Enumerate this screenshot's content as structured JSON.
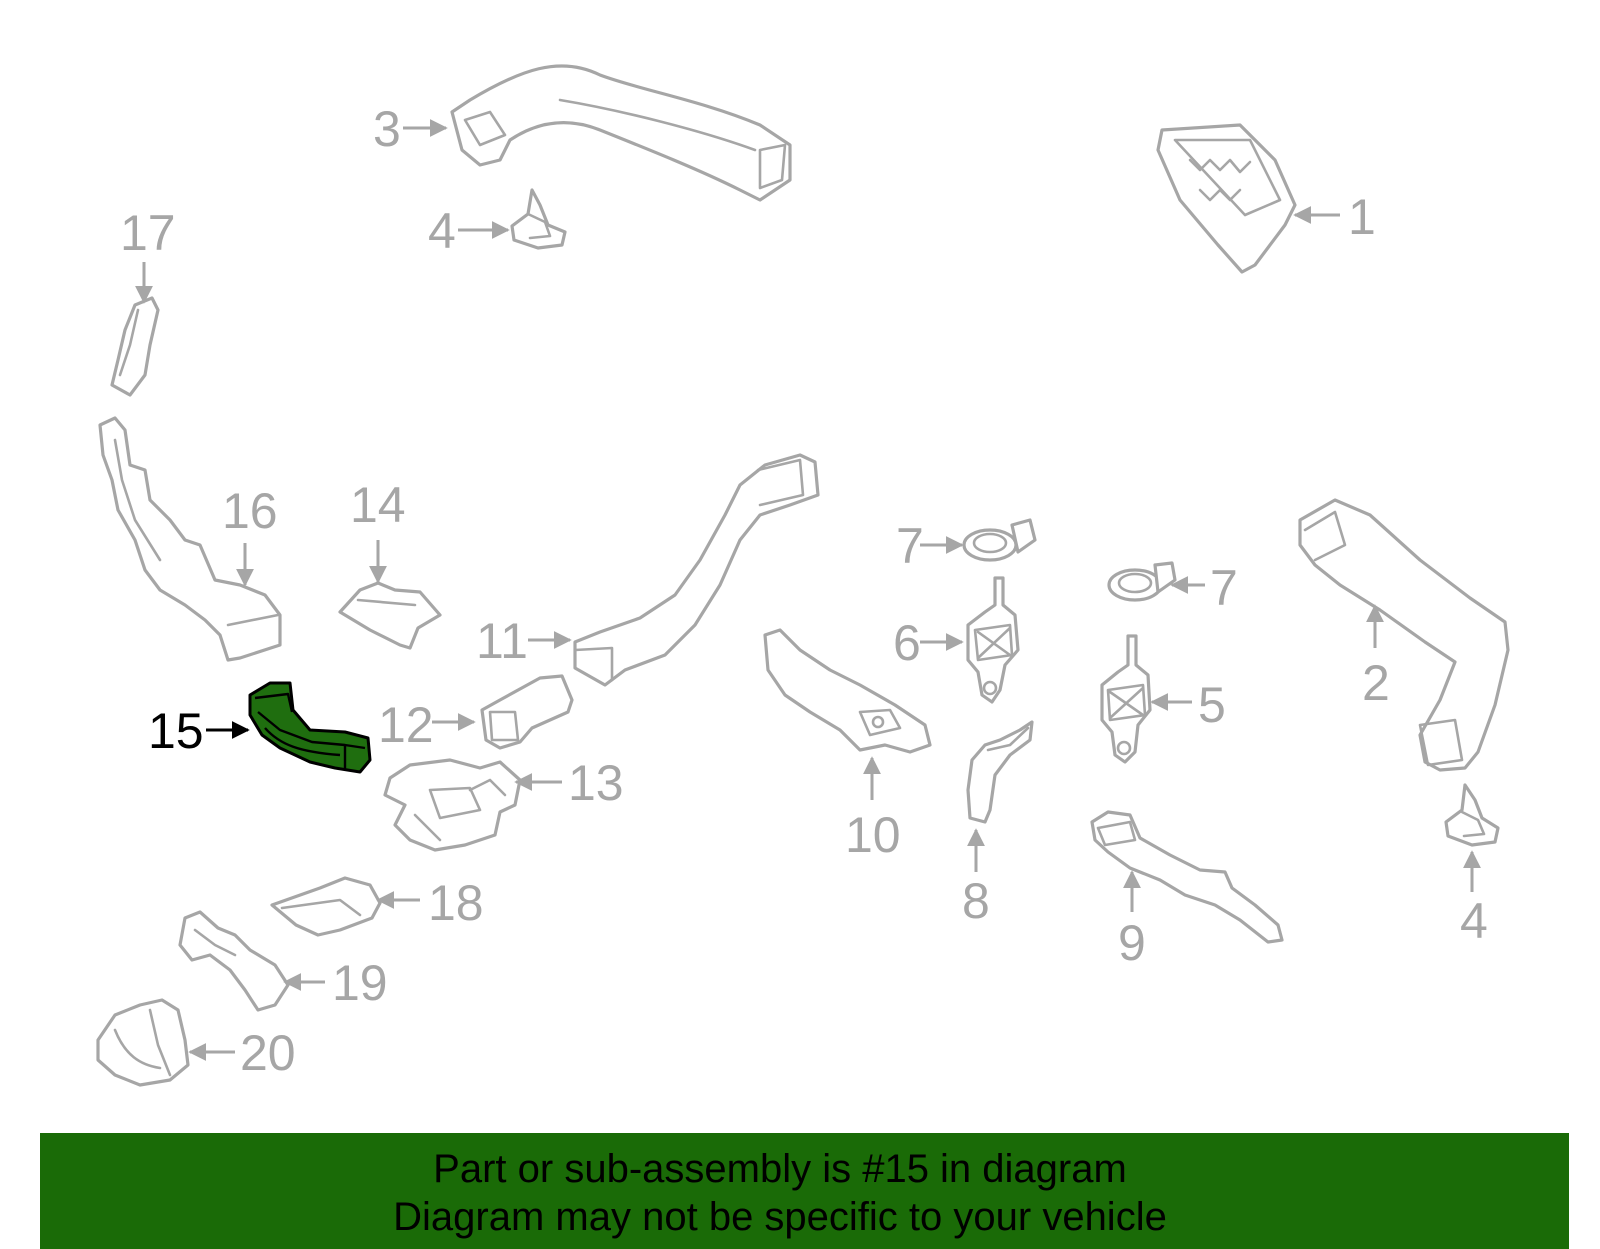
{
  "callouts": {
    "c1": "1",
    "c2": "2",
    "c3": "3",
    "c4a": "4",
    "c4b": "4",
    "c5": "5",
    "c6": "6",
    "c7a": "7",
    "c7b": "7",
    "c8": "8",
    "c9": "9",
    "c10": "10",
    "c11": "11",
    "c12": "12",
    "c13": "13",
    "c14": "14",
    "c15": "15",
    "c16": "16",
    "c17": "17",
    "c18": "18",
    "c19": "19",
    "c20": "20"
  },
  "highlighted_part": "15",
  "colors": {
    "highlight": "#1f6e0f",
    "banner": "#1a6b07",
    "part_stroke": "#a6a6a6"
  },
  "banner": {
    "line1": "Part or sub-assembly is #15 in diagram",
    "line2": "Diagram may not be specific to your vehicle"
  }
}
